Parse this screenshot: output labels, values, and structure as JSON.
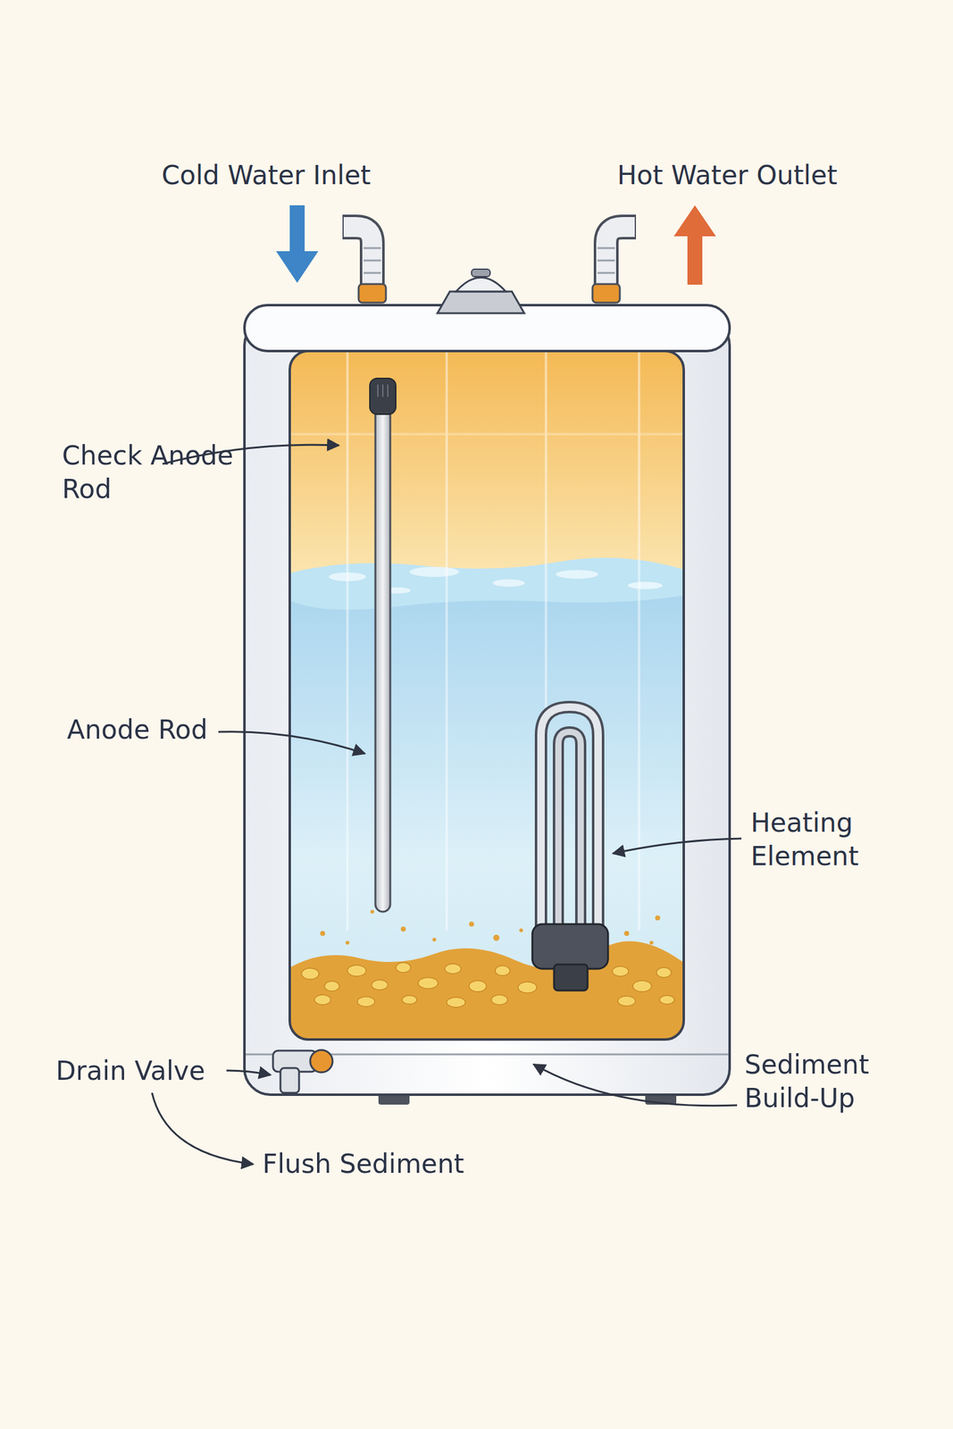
{
  "diagram": {
    "labels": [
      "Cold Water Inlet",
      "Hot Water Outlet",
      "Check Anode Rod",
      "Anode Rod",
      "Heating Element",
      "Drain Valve",
      "Flush Sediment",
      "Sediment Build-Up"
    ]
  }
}
